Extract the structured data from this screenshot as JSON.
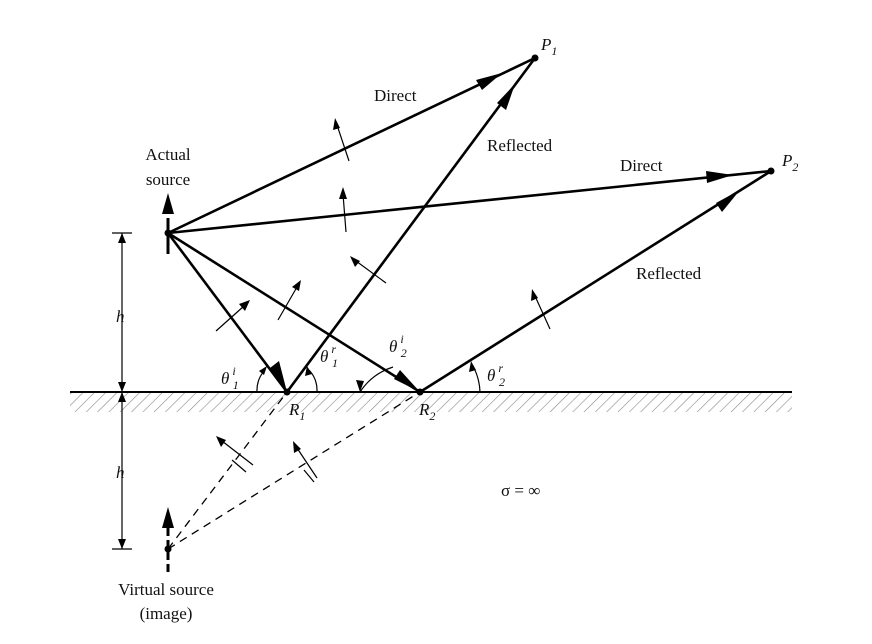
{
  "labels": {
    "actual_source_line1": "Actual",
    "actual_source_line2": "source",
    "virtual_source_line1": "Virtual source",
    "virtual_source_line2": "(image)",
    "direct_1": "Direct",
    "direct_2": "Direct",
    "reflected_1": "Reflected",
    "reflected_2": "Reflected",
    "p1": "P",
    "p1_sub": "1",
    "p2": "P",
    "p2_sub": "2",
    "r1": "R",
    "r1_sub": "1",
    "r2": "R",
    "r2_sub": "2",
    "h_top": "h",
    "h_bottom": "h",
    "theta": "θ",
    "theta_i1_sup": "i",
    "theta_i1_sub": "1",
    "theta_r1_sup": "r",
    "theta_r1_sub": "1",
    "theta_i2_sup": "i",
    "theta_i2_sub": "2",
    "theta_r2_sup": "r",
    "theta_r2_sub": "2",
    "sigma": "σ = ∞"
  }
}
